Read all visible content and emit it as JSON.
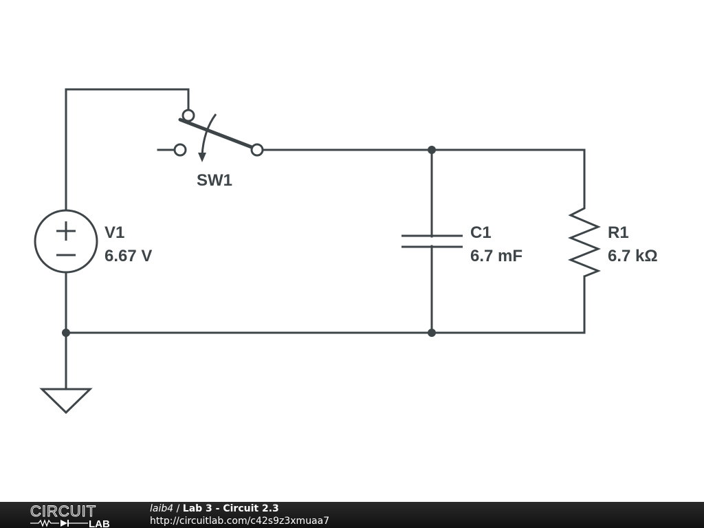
{
  "circuit": {
    "components": [
      {
        "id": "V1",
        "type": "voltage-source",
        "value": "6.67 V"
      },
      {
        "id": "SW1",
        "type": "spdt-switch",
        "value": ""
      },
      {
        "id": "C1",
        "type": "capacitor",
        "value": "6.7 mF"
      },
      {
        "id": "R1",
        "type": "resistor",
        "value": "6.7 kΩ"
      }
    ],
    "ground": "GND",
    "source_polarity": {
      "plus": "+",
      "minus": "−"
    }
  },
  "footer": {
    "logo_top": "CIRCUIT",
    "logo_bottom": "LAB",
    "user": "laib4",
    "separator": " / ",
    "title": "Lab 3 - Circuit 2.3",
    "url": "http://circuitlab.com/c42s9z3xmuaa7"
  }
}
